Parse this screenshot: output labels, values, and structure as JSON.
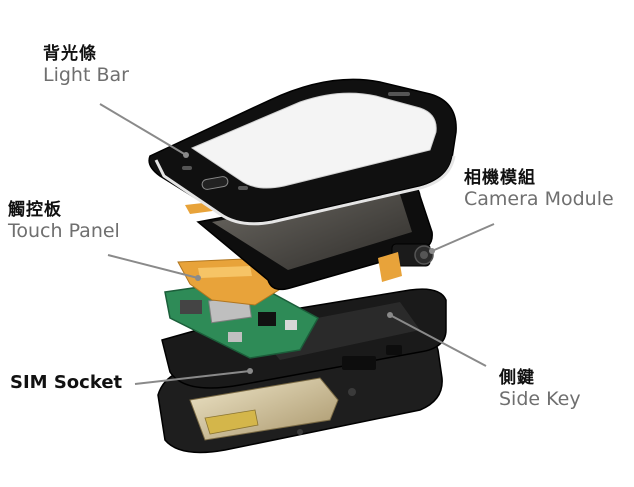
{
  "callouts": [
    {
      "id": "light-bar",
      "cn": "背光條",
      "en": "Light Bar"
    },
    {
      "id": "touch-panel",
      "cn": "觸控板",
      "en": "Touch Panel"
    },
    {
      "id": "sim-socket",
      "cn": "",
      "en": "SIM Socket"
    },
    {
      "id": "camera-module",
      "cn": "相機模組",
      "en": "Camera Module"
    },
    {
      "id": "side-key",
      "cn": "側鍵",
      "en": "Side Key"
    }
  ],
  "colors": {
    "bezel": "#111111",
    "pcb": "#2e8b57",
    "flex": "#e8a33a",
    "line": "#8a8a8a",
    "battery": "#c9b98a"
  }
}
